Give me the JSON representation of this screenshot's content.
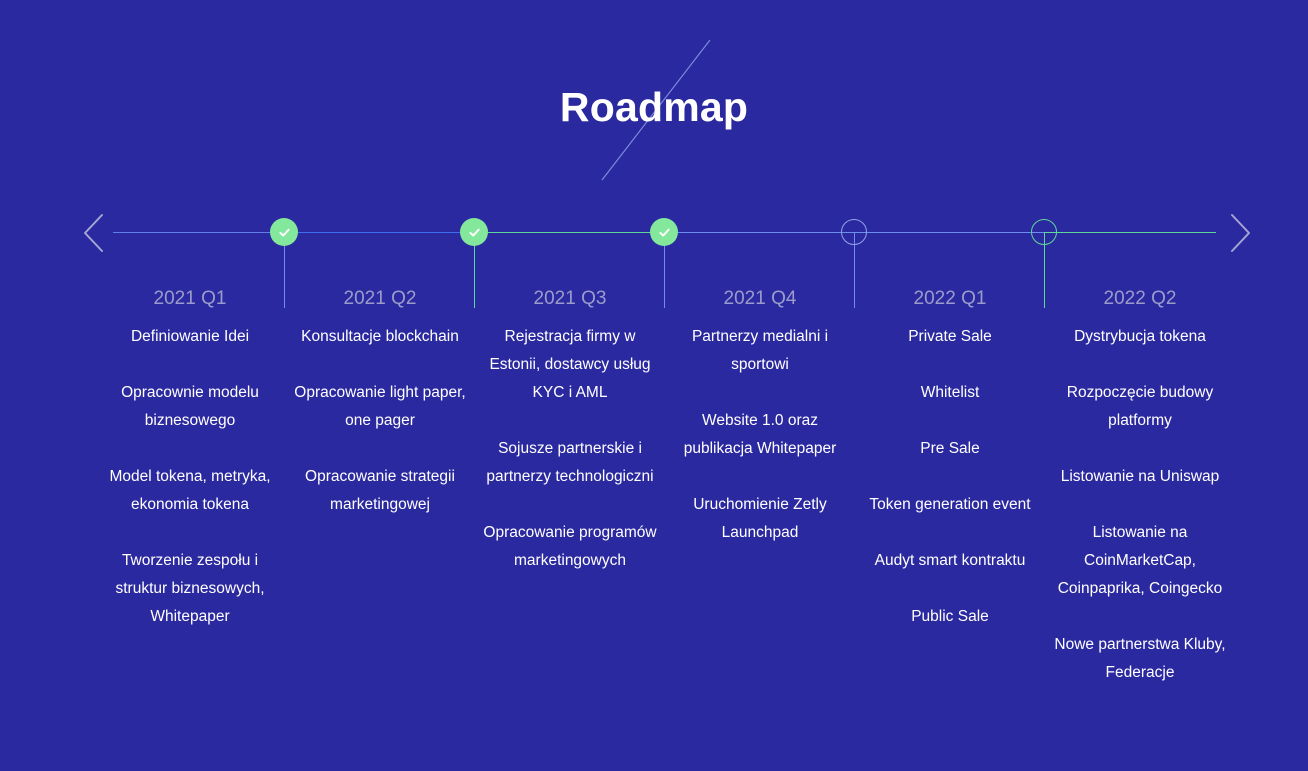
{
  "header": {
    "title": "Roadmap",
    "slash_icon": "diagonal-slash-decoration"
  },
  "timeline": {
    "prev_icon": "chevron-left-icon",
    "next_icon": "chevron-right-icon",
    "check_icon": "check-icon",
    "colors": {
      "background": "#2b29a0",
      "axis_line": "#6f8df0",
      "axis_line_active": "#3f6df0",
      "accent_green": "#83e89c",
      "accent_green_line": "#5fd79a",
      "marker_outline": "#8fa2e8",
      "quarter_label": "#9b9ccb",
      "milestone_text": "#ffffff"
    },
    "columns": [
      {
        "quarter": "2021 Q1",
        "status": "done",
        "items": [
          "Definiowanie Idei",
          "Opracownie modelu biznesowego",
          "Model tokena, metryka, ekonomia tokena",
          "Tworzenie zespołu i struktur biznesowych, Whitepaper"
        ]
      },
      {
        "quarter": "2021 Q2",
        "status": "done",
        "items": [
          "Konsultacje blockchain",
          "Opracowanie light paper, one pager",
          "Opracowanie strategii marketingowej"
        ]
      },
      {
        "quarter": "2021 Q3",
        "status": "done",
        "items": [
          "Rejestracja firmy w Estonii, dostawcy usług KYC i AML",
          "Sojusze partnerskie i partnerzy technologiczni",
          "Opracowanie programów marketingowych"
        ]
      },
      {
        "quarter": "2021 Q4",
        "status": "pending",
        "items": [
          "Partnerzy medialni i sportowi",
          "Website 1.0 oraz publikacja Whitepaper",
          "Uruchomienie Zetly Launchpad"
        ]
      },
      {
        "quarter": "2022 Q1",
        "status": "pending",
        "items": [
          "Private Sale",
          "Whitelist",
          "Pre Sale",
          "Token generation event",
          "Audyt smart kontraktu",
          "Public Sale"
        ]
      },
      {
        "quarter": "2022 Q2",
        "status": "pending",
        "items": [
          "Dystrybucja tokena",
          "Rozpoczęcie budowy platformy",
          "Listowanie na Uniswap",
          "Listowanie na CoinMarketCap, Coinpaprika, Coingecko",
          "Nowe partnerstwa Kluby, Federacje"
        ]
      }
    ]
  }
}
